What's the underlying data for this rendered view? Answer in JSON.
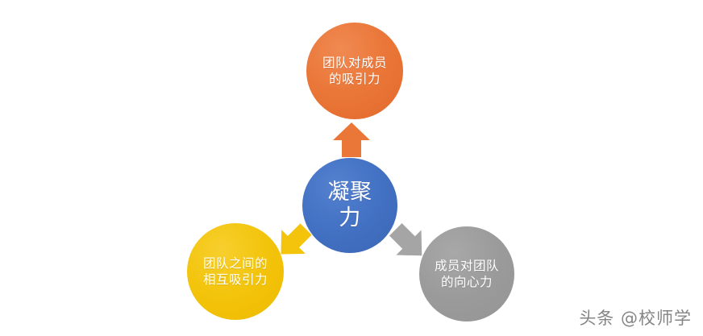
{
  "diagram": {
    "center": {
      "label": "凝聚力",
      "color": "#4472C4",
      "name": "cohesion-hub"
    },
    "nodes": [
      {
        "label": "团队对成员的吸引力",
        "color": "#ED7D31",
        "position": "top",
        "name": "team-attracts-member"
      },
      {
        "label": "团队之间的相互吸引力",
        "color": "#F3C40B",
        "position": "bottom-left",
        "name": "mutual-attraction-between-teams"
      },
      {
        "label": "成员对团队的向心力",
        "color": "#9B9B9B",
        "position": "bottom-right",
        "name": "member-centripetal-force"
      }
    ],
    "arrows": [
      {
        "name": "arrow-up-icon",
        "direction": "up",
        "color": "#ED7D31"
      },
      {
        "name": "arrow-down-left-icon",
        "direction": "down-left",
        "color": "#F3C40B"
      },
      {
        "name": "arrow-down-right-icon",
        "direction": "down-right",
        "color": "#A5A5A5"
      }
    ]
  },
  "watermark": {
    "text": "头条 @校师学"
  }
}
